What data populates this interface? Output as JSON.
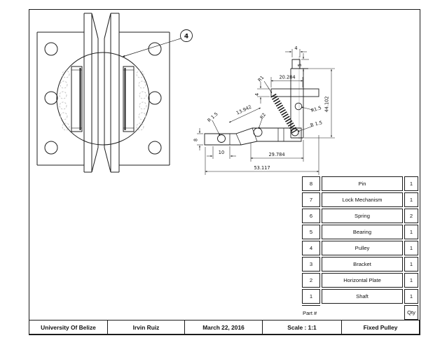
{
  "balloon": {
    "label": "4"
  },
  "detail_dims": {
    "top_width": "4",
    "step_height": "5",
    "plate_width": "20.284",
    "plate_thickness": "4",
    "bar_height": "44.102",
    "r1": "R1",
    "r15_upper": "R1.5",
    "r15_lower": "R 1.5",
    "r15_left": "R 1.5",
    "r2": "R2",
    "diag_length": "13.942",
    "left_height": "8",
    "left_width": "10",
    "mid_width": "29.784",
    "total_width": "53.117"
  },
  "parts_table": {
    "header_part": "Part #",
    "header_qty": "Qty",
    "rows": [
      {
        "num": "8",
        "name": "Pin",
        "qty": "1"
      },
      {
        "num": "7",
        "name": "Lock Mechanism",
        "qty": "1"
      },
      {
        "num": "6",
        "name": "Spring",
        "qty": "2"
      },
      {
        "num": "5",
        "name": "Bearing",
        "qty": "1"
      },
      {
        "num": "4",
        "name": "Pulley",
        "qty": "1"
      },
      {
        "num": "3",
        "name": "Bracket",
        "qty": "1"
      },
      {
        "num": "2",
        "name": "Horizontal Plate",
        "qty": "1"
      },
      {
        "num": "1",
        "name": "Shaft",
        "qty": "1"
      }
    ]
  },
  "title_block": {
    "institution": "University Of Belize",
    "author": "Irvin Ruiz",
    "date": "March 22, 2016",
    "scale": "Scale : 1:1",
    "title": "Fixed Pulley"
  }
}
